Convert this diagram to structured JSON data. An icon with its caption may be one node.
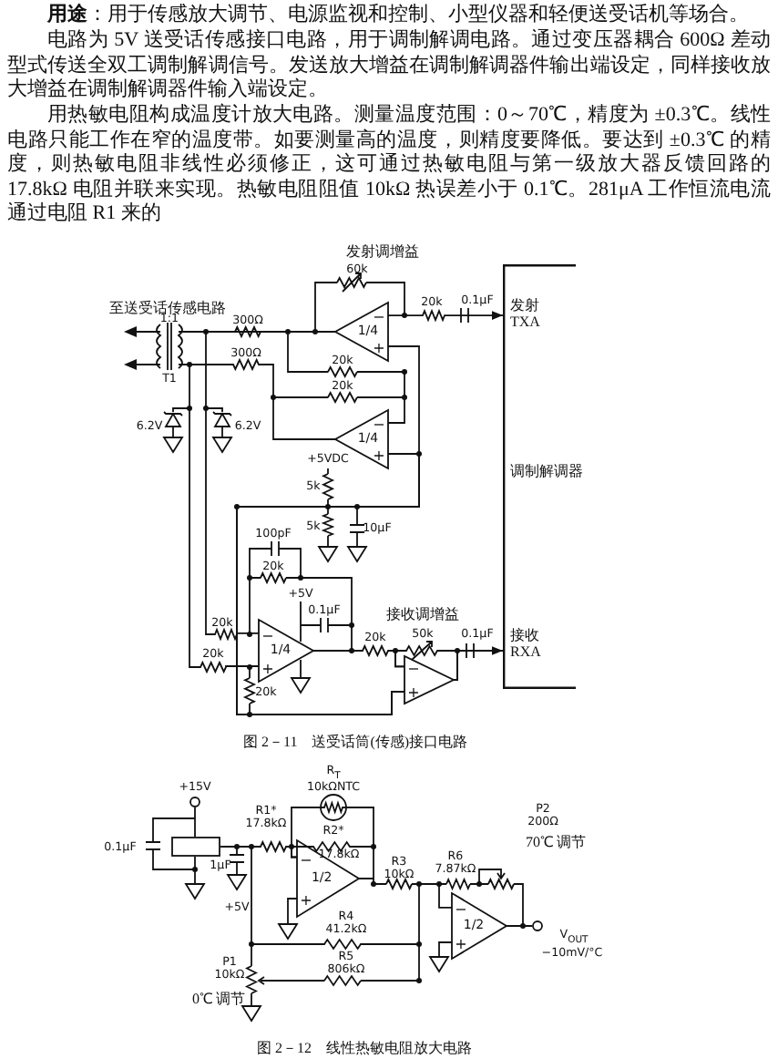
{
  "diagram": {
    "nodes": [
      {
        "text": [
          "−",
          "1/4",
          "+"
        ]
      },
      {
        "text": [
          "发射 TXA",
          "调制解调器",
          "接收 RXA"
        ]
      },
      {
        "text": [
          "−",
          "1/4",
          "+"
        ]
      },
      {
        "text": [
          "−",
          "1/4",
          "+"
        ]
      },
      {
        "text": [
          "−",
          "+"
        ]
      },
      {
        "text": [],
        "shape": "box"
      },
      {
        "text": [
          "−",
          "1/2",
          "+"
        ]
      },
      {
        "text": [
          "−",
          "1/2",
          "+"
        ]
      }
    ],
    "edges": [
      {
        "from": 0,
        "to": 1,
        "arrow": "to"
      },
      {
        "from": 4,
        "to": 1,
        "arrow": "to"
      },
      {
        "from": 0,
        "to": 4,
        "arrow": "none"
      },
      {
        "from": 5,
        "to": 7,
        "arrow": "none"
      },
      {
        "from": 0,
        "to": 3,
        "arrow": "none"
      },
      {
        "from": 2,
        "to": 4,
        "arrow": "none"
      },
      {
        "from": 5,
        "to": 6,
        "arrow": "none"
      },
      {
        "from": 2,
        "to": 3,
        "arrow": "none"
      },
      {
        "from": 6,
        "to": 6,
        "arrow": "none"
      },
      {
        "from": 3,
        "to": 4,
        "arrow": "none"
      },
      {
        "from": 4,
        "to": 4,
        "arrow": "none"
      }
    ],
    "labels": [
      "**用途**：用于传感放大调节、电源监视和控制、小型仪器和轻便送受话机等场合。",
      "电路为 5V 送受话传感接口电路，用于调制解调电路。通过变压器耦合 600Ω 差动型式传送全双工调制解调信号。发送放大增益在调制解调器件输出端设定，同样接收放大增益在调制解调器件输入端设定。",
      "用热敏电阻构成温度计放大电路。测量温度范围：0～70℃，精度为 ±0.3℃。线性电路只能工作在窄的温度带。如要测量高的温度，则精度要降低。要达到 ±0.3℃ 的精度，则热敏电阻非线性必须修正，这可通过热敏电阻与第一级放大器反馈回路的 17.8kΩ 电阻并联来实现。热敏电阻阻值 10kΩ 热误差小于 0.1℃。281μA 工作恒流电流通过电阻 R1 来的",
      "发射调增益",
      "60k",
      "20k",
      "0.1μF",
      "至送受话传感电路",
      "1:1",
      "300Ω",
      "300Ω",
      "T1",
      "20k",
      "20k",
      "6.2V",
      "6.2V",
      "+5VDC",
      "5k",
      "100pF",
      "5k",
      "10μF",
      "20k",
      "+5V",
      "0.1μF",
      "接收调增益",
      "20k",
      "20k",
      "50k",
      "0.1μF",
      "20k",
      "20k",
      "图 2－11　送受话筒(传感)接口电路",
      "R$_{T}$",
      "+15V",
      "10kΩNTC",
      "R1* 17.8kΩ",
      "R2*",
      "17.8kΩ",
      "0.1μF",
      "1μF",
      "R3 10kΩ",
      "R6 7.87kΩ",
      "P2 200Ω",
      "70℃ 调节",
      "+5V",
      "R4 41.2kΩ",
      "V$_{OUT}$",
      "−10mV/°C",
      "P1 10kΩ",
      "R5 806kΩ",
      "0℃ 调节",
      "图 2－12　线性热敏电阻放大电路"
    ]
  }
}
